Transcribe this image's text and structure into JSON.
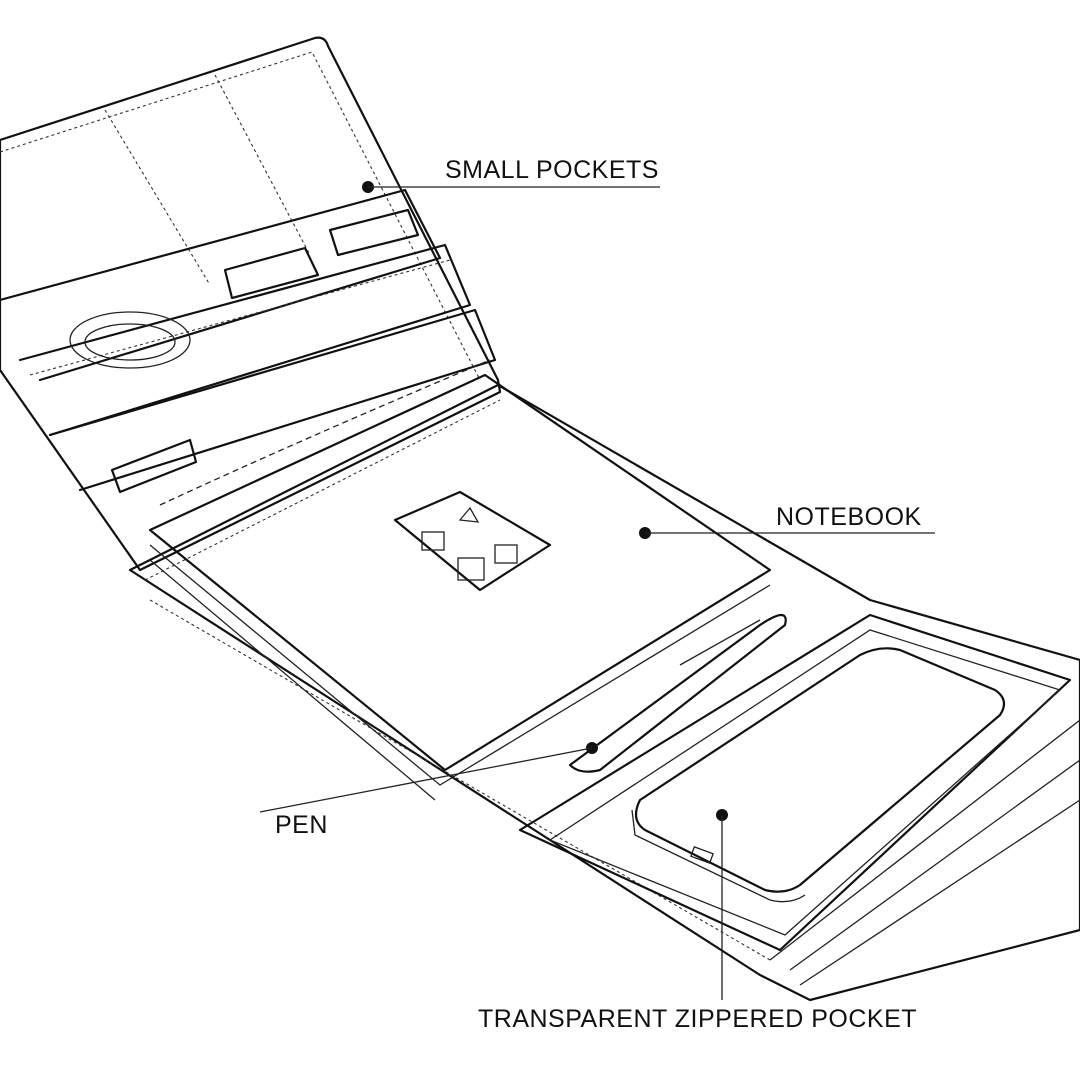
{
  "labels": {
    "small_pockets": "SMALL POCKETS",
    "notebook": "NOTEBOOK",
    "pen": "PEN",
    "zippered_pocket": "TRANSPARENT ZIPPERED POCKET"
  },
  "colors": {
    "line": "#111111",
    "background": "#ffffff"
  }
}
